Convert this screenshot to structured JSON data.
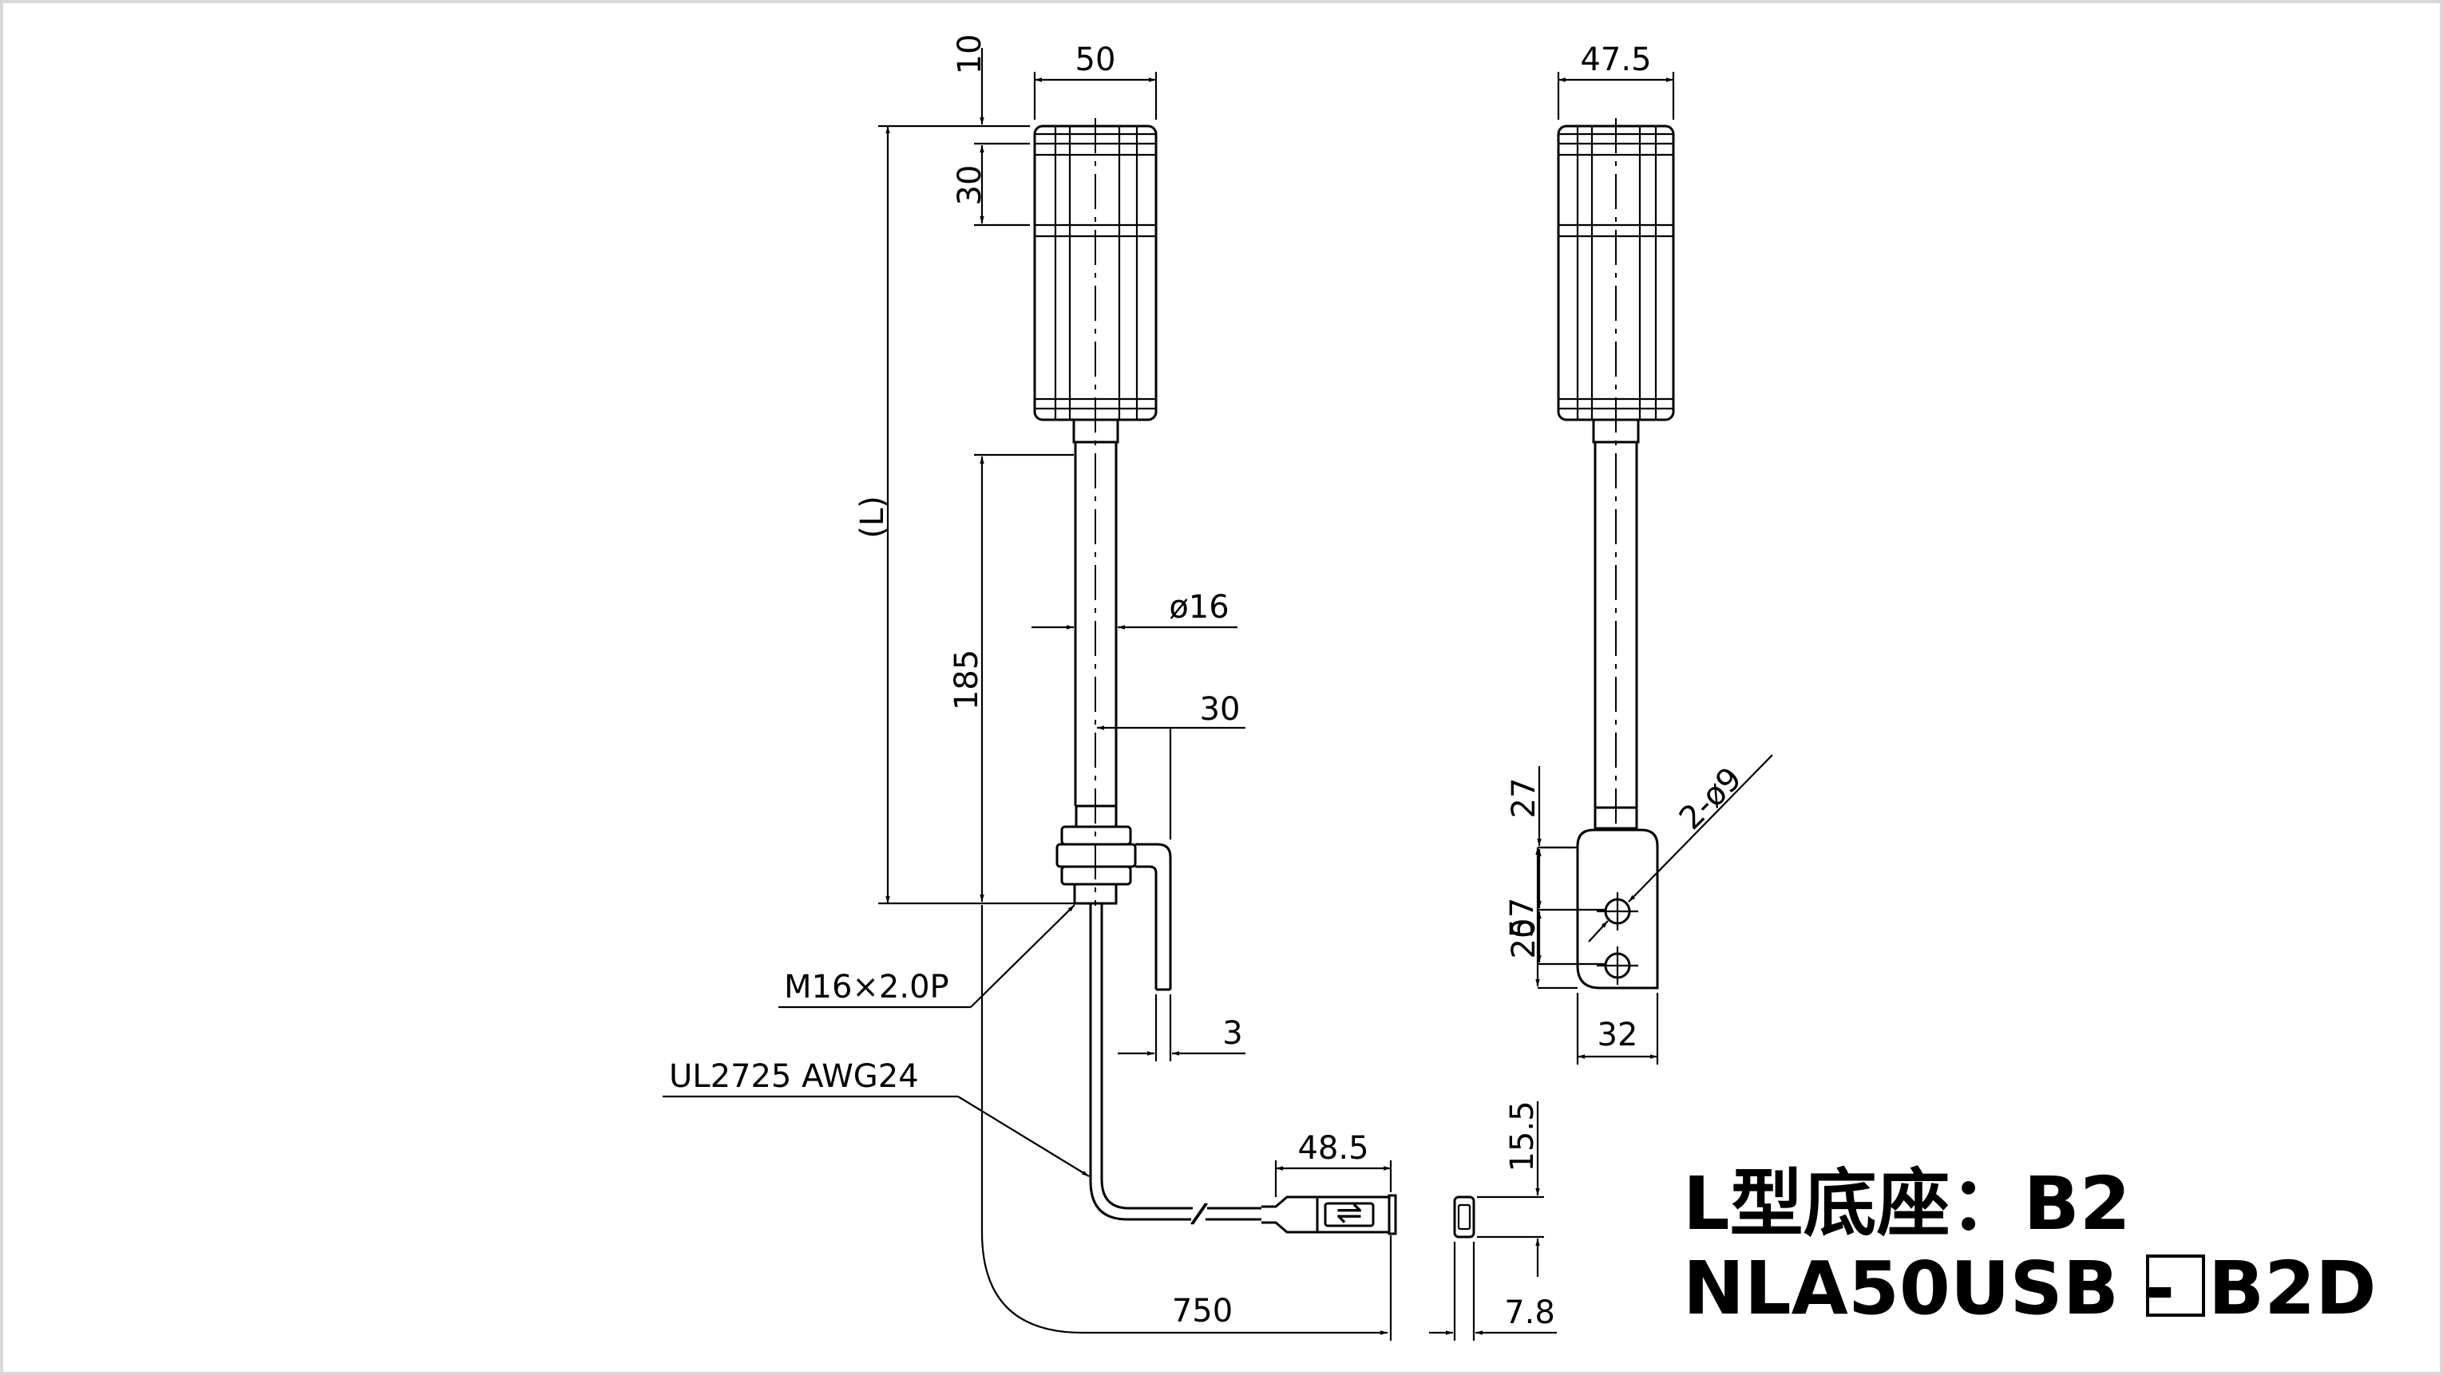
{
  "dimensions": {
    "d10": "10",
    "d50": "50",
    "d30_top": "30",
    "dL": "(L)",
    "d185": "185",
    "phi16": "ø16",
    "d30_side": "30",
    "thread": "M16×2.0P",
    "cable": "UL2725 AWG24",
    "d3": "3",
    "d48_5": "48.5",
    "d750": "750",
    "d47_5": "47.5",
    "d27": "27",
    "hole": "2-ø9",
    "d57": "57",
    "d20": "20",
    "d32": "32",
    "d15_5": "15.5",
    "d7_8": "7.8"
  },
  "title": {
    "line1": "L型底座：B2",
    "line2_prefix": "NLA50USB - ",
    "line2_suffix": "B2D"
  }
}
